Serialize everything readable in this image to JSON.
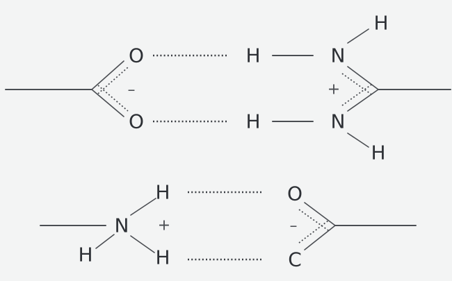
{
  "atoms": {
    "carboxylate_top_O_upper": "O",
    "carboxylate_top_O_lower": "O",
    "guanidinium_H_upper": "H",
    "guanidinium_H_lower": "H",
    "guanidinium_N_upper": "N",
    "guanidinium_N_lower": "N",
    "guanidinium_H_top": "H",
    "guanidinium_H_bottom": "H",
    "ammonium_H_upper": "H",
    "ammonium_H_lower": "H",
    "ammonium_H_left": "H",
    "ammonium_N": "N",
    "carboxylate_bottom_O_upper": "O",
    "carboxylate_bottom_O_lower": "C"
  },
  "charges": {
    "carboxylate_top": "–",
    "guanidinium": "+",
    "ammonium": "+",
    "carboxylate_bottom": "–"
  }
}
